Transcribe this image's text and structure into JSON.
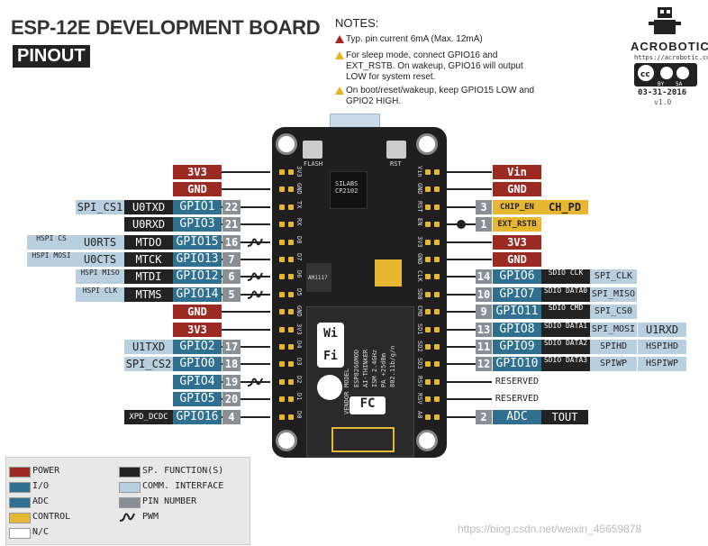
{
  "header": {
    "title": "ESP-12E DEVELOPMENT BOARD",
    "subtitle": "PINOUT"
  },
  "notes": {
    "heading": "NOTES:",
    "items": [
      "Typ. pin current 6mA (Max. 12mA)",
      "For sleep mode, connect GPIO16 and EXT_RSTB. On wakeup, GPIO16 will output LOW for system reset.",
      "On boot/reset/wakeup, keep GPIO15 LOW and GPIO2 HIGH."
    ]
  },
  "logo": {
    "brand": "ACROBOTIC",
    "url": "https://acrobotic.com",
    "license_by": "BY",
    "license_sa": "SA",
    "date": "03-31-2016",
    "version": "v1.0"
  },
  "board": {
    "flash_label": "FLASH",
    "rst_label": "RST",
    "chip_text": "SILABS CP2102",
    "module_text": [
      "ESP8266MOD",
      "AI-THINKER",
      "ISM 2.4GHz",
      "PA +25dBm",
      "802.11b/g/n"
    ],
    "module_side": [
      "MODEL",
      "VENDOR"
    ],
    "wifi_text": "Wi Fi",
    "ams_text": "AM1117",
    "left_pins": [
      "3V3",
      "GND",
      "TX",
      "RX",
      "D8",
      "D7",
      "D6",
      "D5",
      "GND",
      "3V3",
      "D4",
      "D3",
      "D2",
      "D1",
      "D0"
    ],
    "right_pins": [
      "Vin",
      "GND",
      "RST",
      "EN",
      "3V3",
      "GND",
      "CLK",
      "SD0",
      "CMD",
      "SD1",
      "SD2",
      "SD3",
      "RSV",
      "RSV",
      "A0"
    ]
  },
  "left_rows": [
    {
      "main": "3V3",
      "type": "power"
    },
    {
      "main": "GND",
      "type": "power"
    },
    {
      "gpio": "GPIO1",
      "pin": "22",
      "sp": "U0TXD",
      "comm": "SPI_CS1"
    },
    {
      "gpio": "GPIO3",
      "pin": "21",
      "sp": "U0RXD"
    },
    {
      "gpio": "GPIO15",
      "pin": "16",
      "sp": "MTDO",
      "uart": "U0RTS",
      "comm": "HSPI CS",
      "pwm": true
    },
    {
      "gpio": "GPIO13",
      "pin": "7",
      "sp": "MTCK",
      "uart": "U0CTS",
      "comm": "HSPI MOSI"
    },
    {
      "gpio": "GPIO12",
      "pin": "6",
      "sp": "MTDI",
      "comm": "HSPI MISO",
      "pwm": true
    },
    {
      "gpio": "GPIO14",
      "pin": "5",
      "sp": "MTMS",
      "comm": "HSPI CLK",
      "pwm": true
    },
    {
      "main": "GND",
      "type": "power"
    },
    {
      "main": "3V3",
      "type": "power"
    },
    {
      "gpio": "GPIO2",
      "pin": "17",
      "comm": "U1TXD"
    },
    {
      "gpio": "GPIO0",
      "pin": "18",
      "comm": "SPI_CS2"
    },
    {
      "gpio": "GPIO4",
      "pin": "19",
      "pwm": true
    },
    {
      "gpio": "GPIO5",
      "pin": "20"
    },
    {
      "gpio": "GPIO16",
      "pin": "4",
      "sp": "XPD_DCDC"
    }
  ],
  "right_rows": [
    {
      "main": "Vin",
      "type": "power"
    },
    {
      "main": "GND",
      "type": "power"
    },
    {
      "pin": "3",
      "ctrl": "CHIP_EN",
      "ctrl2": "CH_PD"
    },
    {
      "pin": "1",
      "ctrl": "EXT_RSTB",
      "dot": true
    },
    {
      "main": "3V3",
      "type": "power"
    },
    {
      "main": "GND",
      "type": "power"
    },
    {
      "pin": "14",
      "gpio": "GPIO6",
      "sdio": "SDIO CLK",
      "comm": "SPI_CLK"
    },
    {
      "pin": "10",
      "gpio": "GPIO7",
      "sdio": "SDIO DATA0",
      "comm": "SPI_MISO"
    },
    {
      "pin": "9",
      "gpio": "GPIO11",
      "sdio": "SDIO CMD",
      "comm": "SPI_CS0"
    },
    {
      "pin": "13",
      "gpio": "GPIO8",
      "sdio": "SDIO DATA1",
      "comm": "SPI_MOSI",
      "uart": "U1RXD"
    },
    {
      "pin": "11",
      "gpio": "GPIO9",
      "sdio": "SDIO DATA2",
      "comm": "SPIHD",
      "comm2": "HSPIHD"
    },
    {
      "pin": "12",
      "gpio": "GPIO10",
      "sdio": "SDIO DATA3",
      "comm": "SPIWP",
      "comm2": "HSPIWP"
    },
    {
      "reserved": "RESERVED"
    },
    {
      "reserved": "RESERVED"
    },
    {
      "pin": "2",
      "gpio": "ADC",
      "comm": "TOUT"
    }
  ],
  "legend": {
    "items": [
      {
        "label": "POWER",
        "color": "#9b2a22"
      },
      {
        "label": "I/O",
        "color": "#2f6f8f"
      },
      {
        "label": "ADC",
        "color": "#2f6f8f"
      },
      {
        "label": "CONTROL",
        "color": "#e8b731"
      },
      {
        "label": "N/C",
        "color": "#ffffff"
      }
    ],
    "items2": [
      {
        "label": "SP. FUNCTION(S)",
        "color": "#222222"
      },
      {
        "label": "COMM. INTERFACE",
        "color": "#b8cfe0"
      },
      {
        "label": "PIN NUMBER",
        "color": "#8a8f96"
      },
      {
        "label": "PWM"
      }
    ]
  },
  "watermark": "https://blog.csdn.net/weixin_45659878"
}
